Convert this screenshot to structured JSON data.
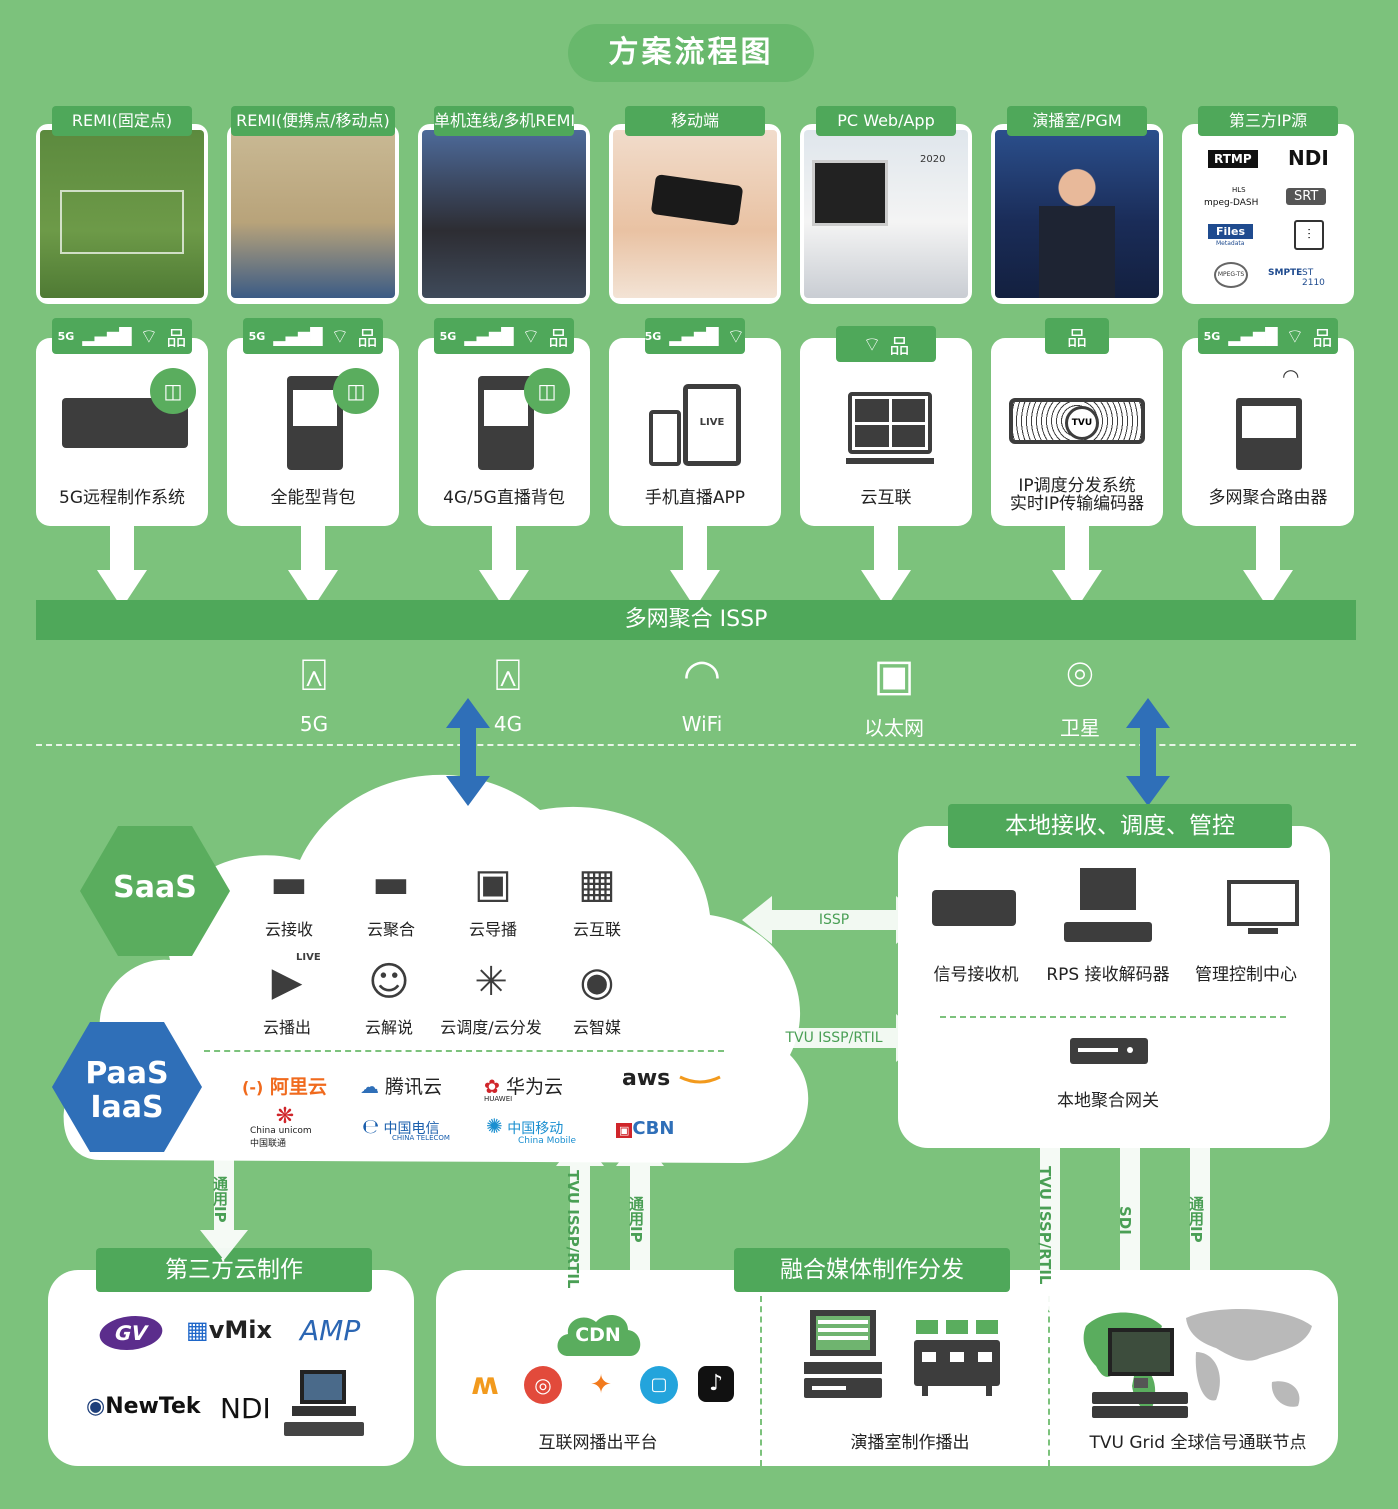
{
  "title": "方案流程图",
  "sources": [
    {
      "label": "REMI(固定点)"
    },
    {
      "label": "REMI(便携点/移动点)"
    },
    {
      "label": "单机连线/多机REMI"
    },
    {
      "label": "移动端"
    },
    {
      "label": "PC Web/App"
    },
    {
      "label": "演播室/PGM"
    },
    {
      "label": "第三方IP源"
    }
  ],
  "third_party_logos": [
    "RTMP",
    "NDI",
    "HLS",
    "mpeg-DASH",
    "SRT",
    "Files",
    "Metadata",
    "MPEG-TS",
    "SMPTE",
    "ST 2110"
  ],
  "photo_texts": {
    "calendar": "2020",
    "live_phone": "LIVE"
  },
  "devices": [
    {
      "label": "5G远程制作系统",
      "net": "5G"
    },
    {
      "label": "全能型背包",
      "net": "5G"
    },
    {
      "label": "4G/5G直播背包",
      "net": "5G"
    },
    {
      "label": "手机直播APP",
      "net": "5G",
      "screen": "LIVE"
    },
    {
      "label": "云互联"
    },
    {
      "label1": "IP调度分发系统",
      "label2": "实时IP传输编码器",
      "badge": "TVU"
    },
    {
      "label": "多网聚合路由器",
      "net": "5G"
    }
  ],
  "issp_bar": "多网聚合 ISSP",
  "networks": [
    "5G",
    "4G",
    "WiFi",
    "以太网",
    "卫星"
  ],
  "saas": {
    "label": "SaaS",
    "items": [
      "云接收",
      "云聚合",
      "云导播",
      "云互联",
      "云播出",
      "云解说",
      "云调度/云分发",
      "云智媒"
    ],
    "live_badge": "LIVE"
  },
  "paas": {
    "label1": "PaaS",
    "label2": "IaaS",
    "providers": [
      "阿里云",
      "腾讯云",
      "华为云",
      "aws",
      "China unicom中国联通",
      "中国电信",
      "中国移动",
      "CBN"
    ],
    "provider_subtexts": [
      "HUAWEI",
      "CHINA TELECOM",
      "China Mobile"
    ]
  },
  "local": {
    "title": "本地接收、调度、管控",
    "items": [
      "信号接收机",
      "RPS 接收解码器",
      "管理控制中心"
    ],
    "gateway": "本地聚合网关"
  },
  "links": {
    "issp": "ISSP",
    "tvu": "TVU ISSP/RTIL",
    "general_ip": "通用IP",
    "sdi": "SDI"
  },
  "third_cloud": {
    "title": "第三方云制作",
    "logos": [
      "GV",
      "vMix",
      "AMP",
      "NewTek",
      "NDI"
    ]
  },
  "fusion": {
    "title": "融合媒体制作分发",
    "cdn": "CDN",
    "internet": "互联网播出平台",
    "studio": "演播室制作播出",
    "grid": "TVU Grid 全球信号通联节点"
  }
}
